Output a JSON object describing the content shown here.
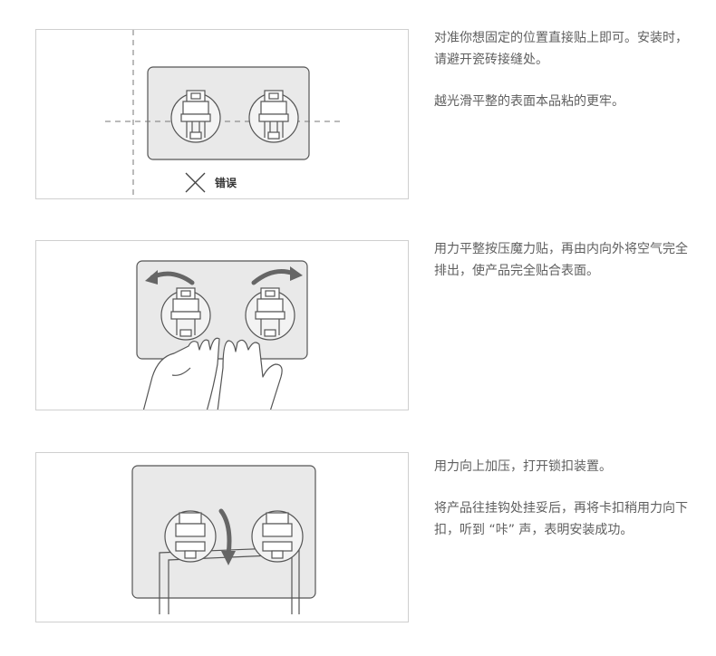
{
  "steps": [
    {
      "paragraphs": [
        "对准你想固定的位置直接贴上即可。安装时，请避开瓷砖接缝处。",
        "越光滑平整的表面本品粘的更牢。"
      ],
      "error_label": "错误"
    },
    {
      "paragraphs": [
        "用力平整按压魔力贴，再由内向外将空气完全排出，使产品完全贴合表面。"
      ]
    },
    {
      "paragraphs": [
        "用力向上加压，打开锁扣装置。",
        "将产品往挂钩处挂妥后，再将卡扣稍用力向下扣，听到 “咔” 声，表明安装成功。"
      ]
    }
  ],
  "colors": {
    "stroke": "#555555",
    "plate": "#e9e9e9",
    "border": "#cfcfcf",
    "text": "#5f5f5f"
  },
  "icons": [
    "cross-mark-icon",
    "hook-icon",
    "hand-icon",
    "curved-arrow-icon",
    "down-arrow-icon"
  ]
}
